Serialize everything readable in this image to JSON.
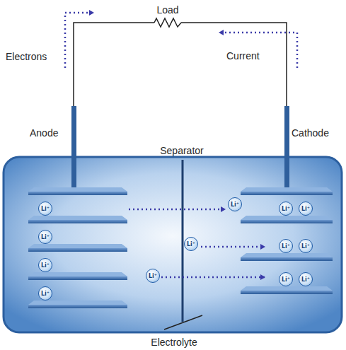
{
  "diagram": {
    "nodes": [
      {
        "text": [
          "Li⁺"
        ]
      },
      {
        "text": [
          "Li⁺"
        ]
      },
      {
        "text": [
          "Li⁺"
        ]
      },
      {
        "text": [
          "Li⁺"
        ]
      },
      {
        "text": [
          "Li⁺"
        ]
      },
      {
        "text": [
          "Li⁺"
        ]
      },
      {
        "text": [
          "Li⁺"
        ]
      },
      {
        "text": [
          "Li⁺"
        ]
      },
      {
        "text": [
          "Li⁺"
        ]
      },
      {
        "text": [
          "Li⁺"
        ]
      },
      {
        "text": [
          "Li⁺"
        ]
      },
      {
        "text": [
          "Li⁺"
        ]
      },
      {
        "text": [
          "Li⁺"
        ]
      }
    ],
    "labels": [
      "Load",
      "Electrons",
      "Current",
      "Anode",
      "Separator",
      "Cathode",
      "Electrolyte"
    ]
  }
}
